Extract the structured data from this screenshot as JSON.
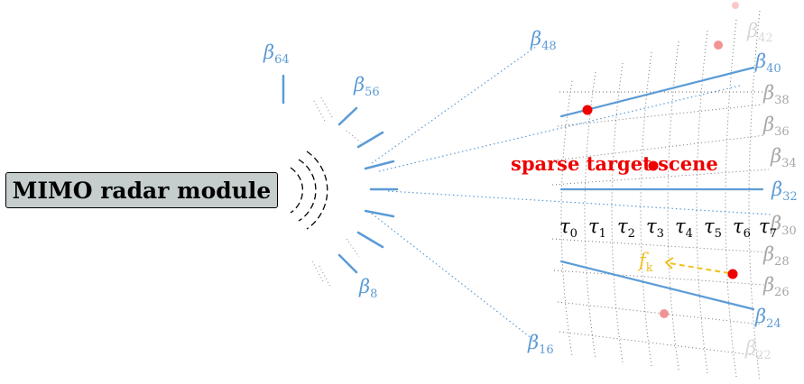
{
  "module": {
    "label": "MIMO radar module"
  },
  "scene": {
    "label": "sparse target scene"
  },
  "frequency_label": {
    "symbol": "f",
    "subscript": "k"
  },
  "beam_labels": [
    {
      "symbol": "β",
      "subscript": "8",
      "color": "#5b9bd5"
    },
    {
      "symbol": "β",
      "subscript": "16",
      "color": "#5b9bd5"
    },
    {
      "symbol": "β",
      "subscript": "22",
      "color": "#d8d8d8"
    },
    {
      "symbol": "β",
      "subscript": "24",
      "color": "#5b9bd5"
    },
    {
      "symbol": "β",
      "subscript": "26",
      "color": "#a6a6a6"
    },
    {
      "symbol": "β",
      "subscript": "28",
      "color": "#a6a6a6"
    },
    {
      "symbol": "β",
      "subscript": "30",
      "color": "#a6a6a6"
    },
    {
      "symbol": "β",
      "subscript": "32",
      "color": "#5b9bd5"
    },
    {
      "symbol": "β",
      "subscript": "34",
      "color": "#a6a6a6"
    },
    {
      "symbol": "β",
      "subscript": "36",
      "color": "#a6a6a6"
    },
    {
      "symbol": "β",
      "subscript": "38",
      "color": "#a6a6a6"
    },
    {
      "symbol": "β",
      "subscript": "40",
      "color": "#5b9bd5"
    },
    {
      "symbol": "β",
      "subscript": "42",
      "color": "#d8d8d8"
    },
    {
      "symbol": "β",
      "subscript": "48",
      "color": "#5b9bd5"
    },
    {
      "symbol": "β",
      "subscript": "56",
      "color": "#5b9bd5"
    },
    {
      "symbol": "β",
      "subscript": "64",
      "color": "#5b9bd5"
    }
  ],
  "delay_labels": [
    {
      "symbol": "τ",
      "subscript": "0"
    },
    {
      "symbol": "τ",
      "subscript": "1"
    },
    {
      "symbol": "τ",
      "subscript": "2"
    },
    {
      "symbol": "τ",
      "subscript": "3"
    },
    {
      "symbol": "τ",
      "subscript": "4"
    },
    {
      "symbol": "τ",
      "subscript": "5"
    },
    {
      "symbol": "τ",
      "subscript": "6"
    },
    {
      "symbol": "τ",
      "subscript": "7"
    }
  ],
  "colors": {
    "beam_active": "#5b9bd5",
    "beam_inactive": "#a6a6a6",
    "beam_faint": "#d8d8d8",
    "target": "#ee0000",
    "target_faint": "#f08080",
    "frequency_arrow": "#f0c020",
    "module_fill": "#c5cdcd"
  }
}
